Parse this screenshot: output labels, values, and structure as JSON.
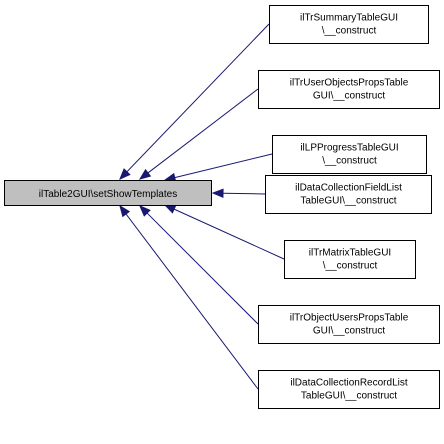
{
  "diagram": {
    "root": {
      "label": "ilTable2GUI\\setShowTemplates"
    },
    "nodes": [
      {
        "lines": [
          "ilTrSummaryTableGUI",
          "\\__construct"
        ]
      },
      {
        "lines": [
          "ilTrUserObjectsPropsTable",
          "GUI\\__construct"
        ]
      },
      {
        "lines": [
          "ilLPProgressTableGUI",
          "\\__construct"
        ]
      },
      {
        "lines": [
          "ilDataCollectionFieldList",
          "TableGUI\\__construct"
        ]
      },
      {
        "lines": [
          "ilTrMatrixTableGUI",
          "\\__construct"
        ]
      },
      {
        "lines": [
          "ilTrObjectUsersPropsTable",
          "GUI\\__construct"
        ]
      },
      {
        "lines": [
          "ilDataCollectionRecordList",
          "TableGUI\\__construct"
        ]
      }
    ]
  },
  "colors": {
    "root_fill": "#bfbfbf",
    "node_fill": "#ffffff",
    "border": "#000000",
    "edge": "#191970"
  }
}
